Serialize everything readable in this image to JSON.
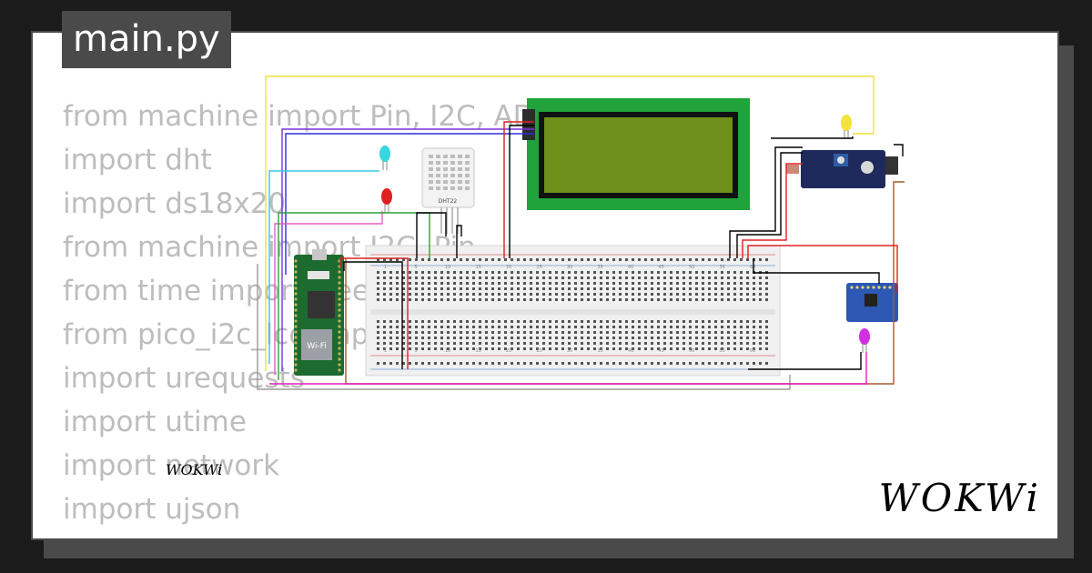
{
  "file_tab": {
    "name": "main.py"
  },
  "code_lines": [
    "from machine import Pin, I2C, ADC",
    "import dht",
    "import ds18x20",
    "from machine import I2C, Pin",
    "from time import sleep",
    "from pico_i2c_lcd import I2cLcd",
    "import urequests",
    "import utime",
    "import network",
    "import ujson"
  ],
  "diagram": {
    "sensor_label": "DHT22",
    "board_wifi_label": "Wi-Fi",
    "breadboard_numbers": [
      "1",
      "5",
      "10",
      "15",
      "20",
      "25",
      "30",
      "35",
      "40",
      "45",
      "50",
      "55",
      "60"
    ]
  },
  "brand": {
    "logo": "WOKWi",
    "small_logo": "WOKWi"
  },
  "colors": {
    "background": "#1b1b1b",
    "card": "#ffffff",
    "tab": "#4a4a4a",
    "code_text": "#bdbdbd",
    "pico": "#1d6b2f",
    "lcd_green": "#20a33a"
  }
}
